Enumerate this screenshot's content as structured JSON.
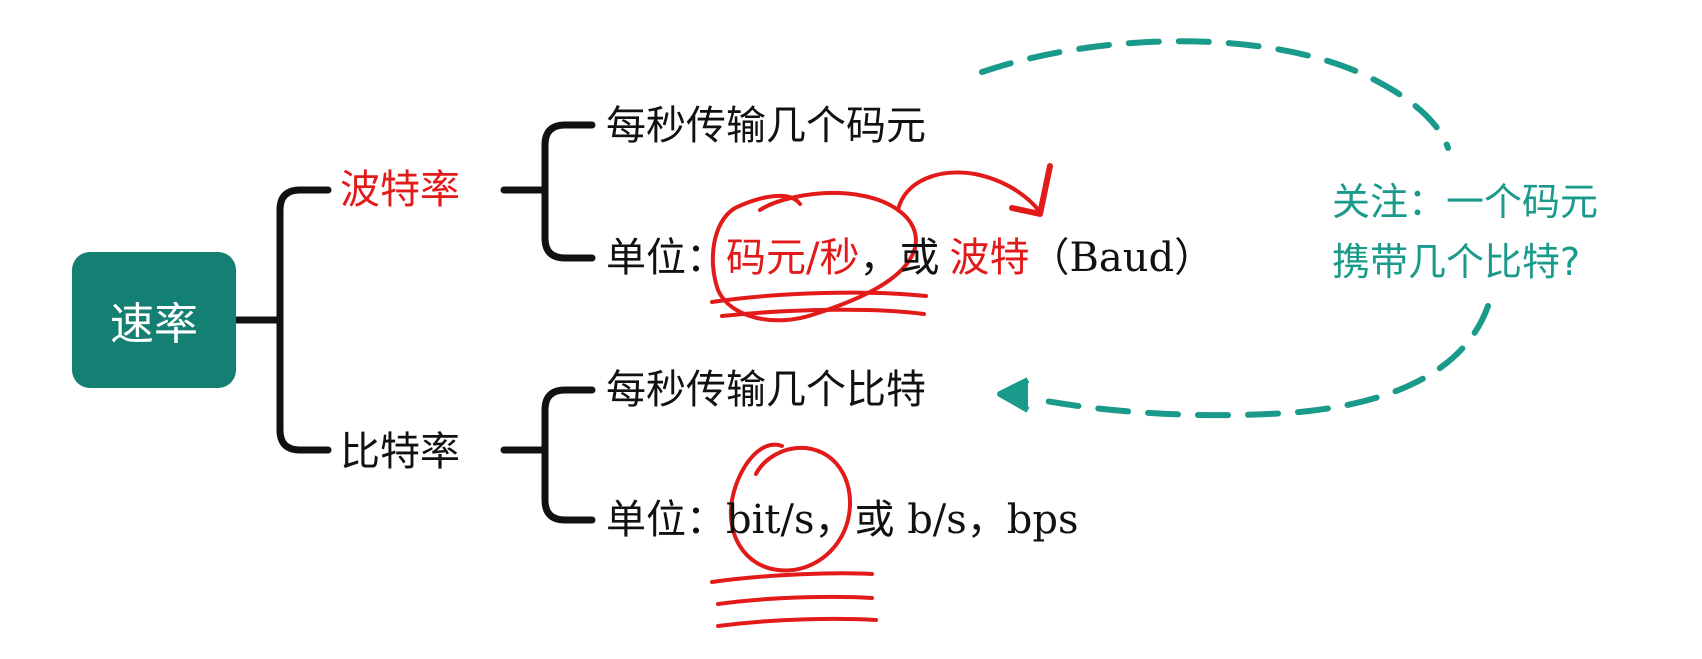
{
  "root": {
    "label": "速率"
  },
  "baud_rate": {
    "label": "波特率",
    "definition": "每秒传输几个码元",
    "unit_prefix": "单位：",
    "unit_main": "码元/秒",
    "unit_or": "，或",
    "unit_alt": "波特",
    "unit_alt_en": "（Baud）"
  },
  "bit_rate": {
    "label": "比特率",
    "definition": "每秒传输几个比特",
    "unit_prefix": "单位：",
    "unit_main": "bit/s",
    "unit_rest": "，或 b/s，bps"
  },
  "note": {
    "line1": "关注：一个码元",
    "line2": "携带几个比特?"
  },
  "colors": {
    "root_fill": "#147f73",
    "highlight_red": "#e21a1a",
    "annotation_teal": "#1a9a8a",
    "text": "#111111"
  }
}
